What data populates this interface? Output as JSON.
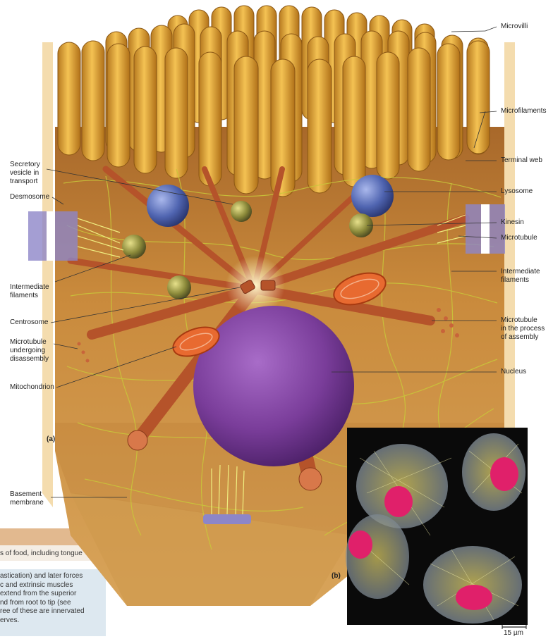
{
  "labels_right": {
    "microvilli": "Microvilli",
    "microfilaments": "Microfilaments",
    "terminal_web": "Terminal web",
    "lysosome": "Lysosome",
    "kinesin": "Kinesin",
    "microtubule": "Microtubule",
    "intermediate_filaments": [
      "Intermediate",
      "filaments"
    ],
    "microtubule_assembly": [
      "Microtubule",
      "in the process",
      "of assembly"
    ],
    "nucleus": "Nucleus"
  },
  "labels_left": {
    "secretory_vesicle": [
      "Secretory",
      "vesicle in",
      "transport"
    ],
    "desmosome": "Desmosome",
    "intermediate_filaments": [
      "Intermediate",
      "filaments"
    ],
    "centrosome": "Centrosome",
    "microtubule_disassembly": [
      "Microtubule",
      "undergoing",
      "disassembly"
    ],
    "mitochondrion": "Mitochondrion",
    "basement_membrane": [
      "Basement",
      "membrane"
    ]
  },
  "panel_tags": {
    "a": "(a)",
    "b": "(b)"
  },
  "scale_bar": "15 µm",
  "background_text": {
    "line1": "s of food, including tongue",
    "para": [
      "astication) and later forces",
      "c and extrinsic muscles",
      "extend from the superior",
      "nd from root to tip (see",
      "ree of these are innervated",
      "erves."
    ]
  },
  "colors": {
    "cytoplasm": "#c98a3c",
    "microvilli": "#e0a640",
    "nucleus": "#7a3d9a",
    "lysosome": "#4f64b0",
    "microtubule": "#b5532a",
    "intermediate": "#c9c83a",
    "micrograph_bg": "#0a0a0a",
    "micrograph_nucleus": "#e0206a"
  }
}
